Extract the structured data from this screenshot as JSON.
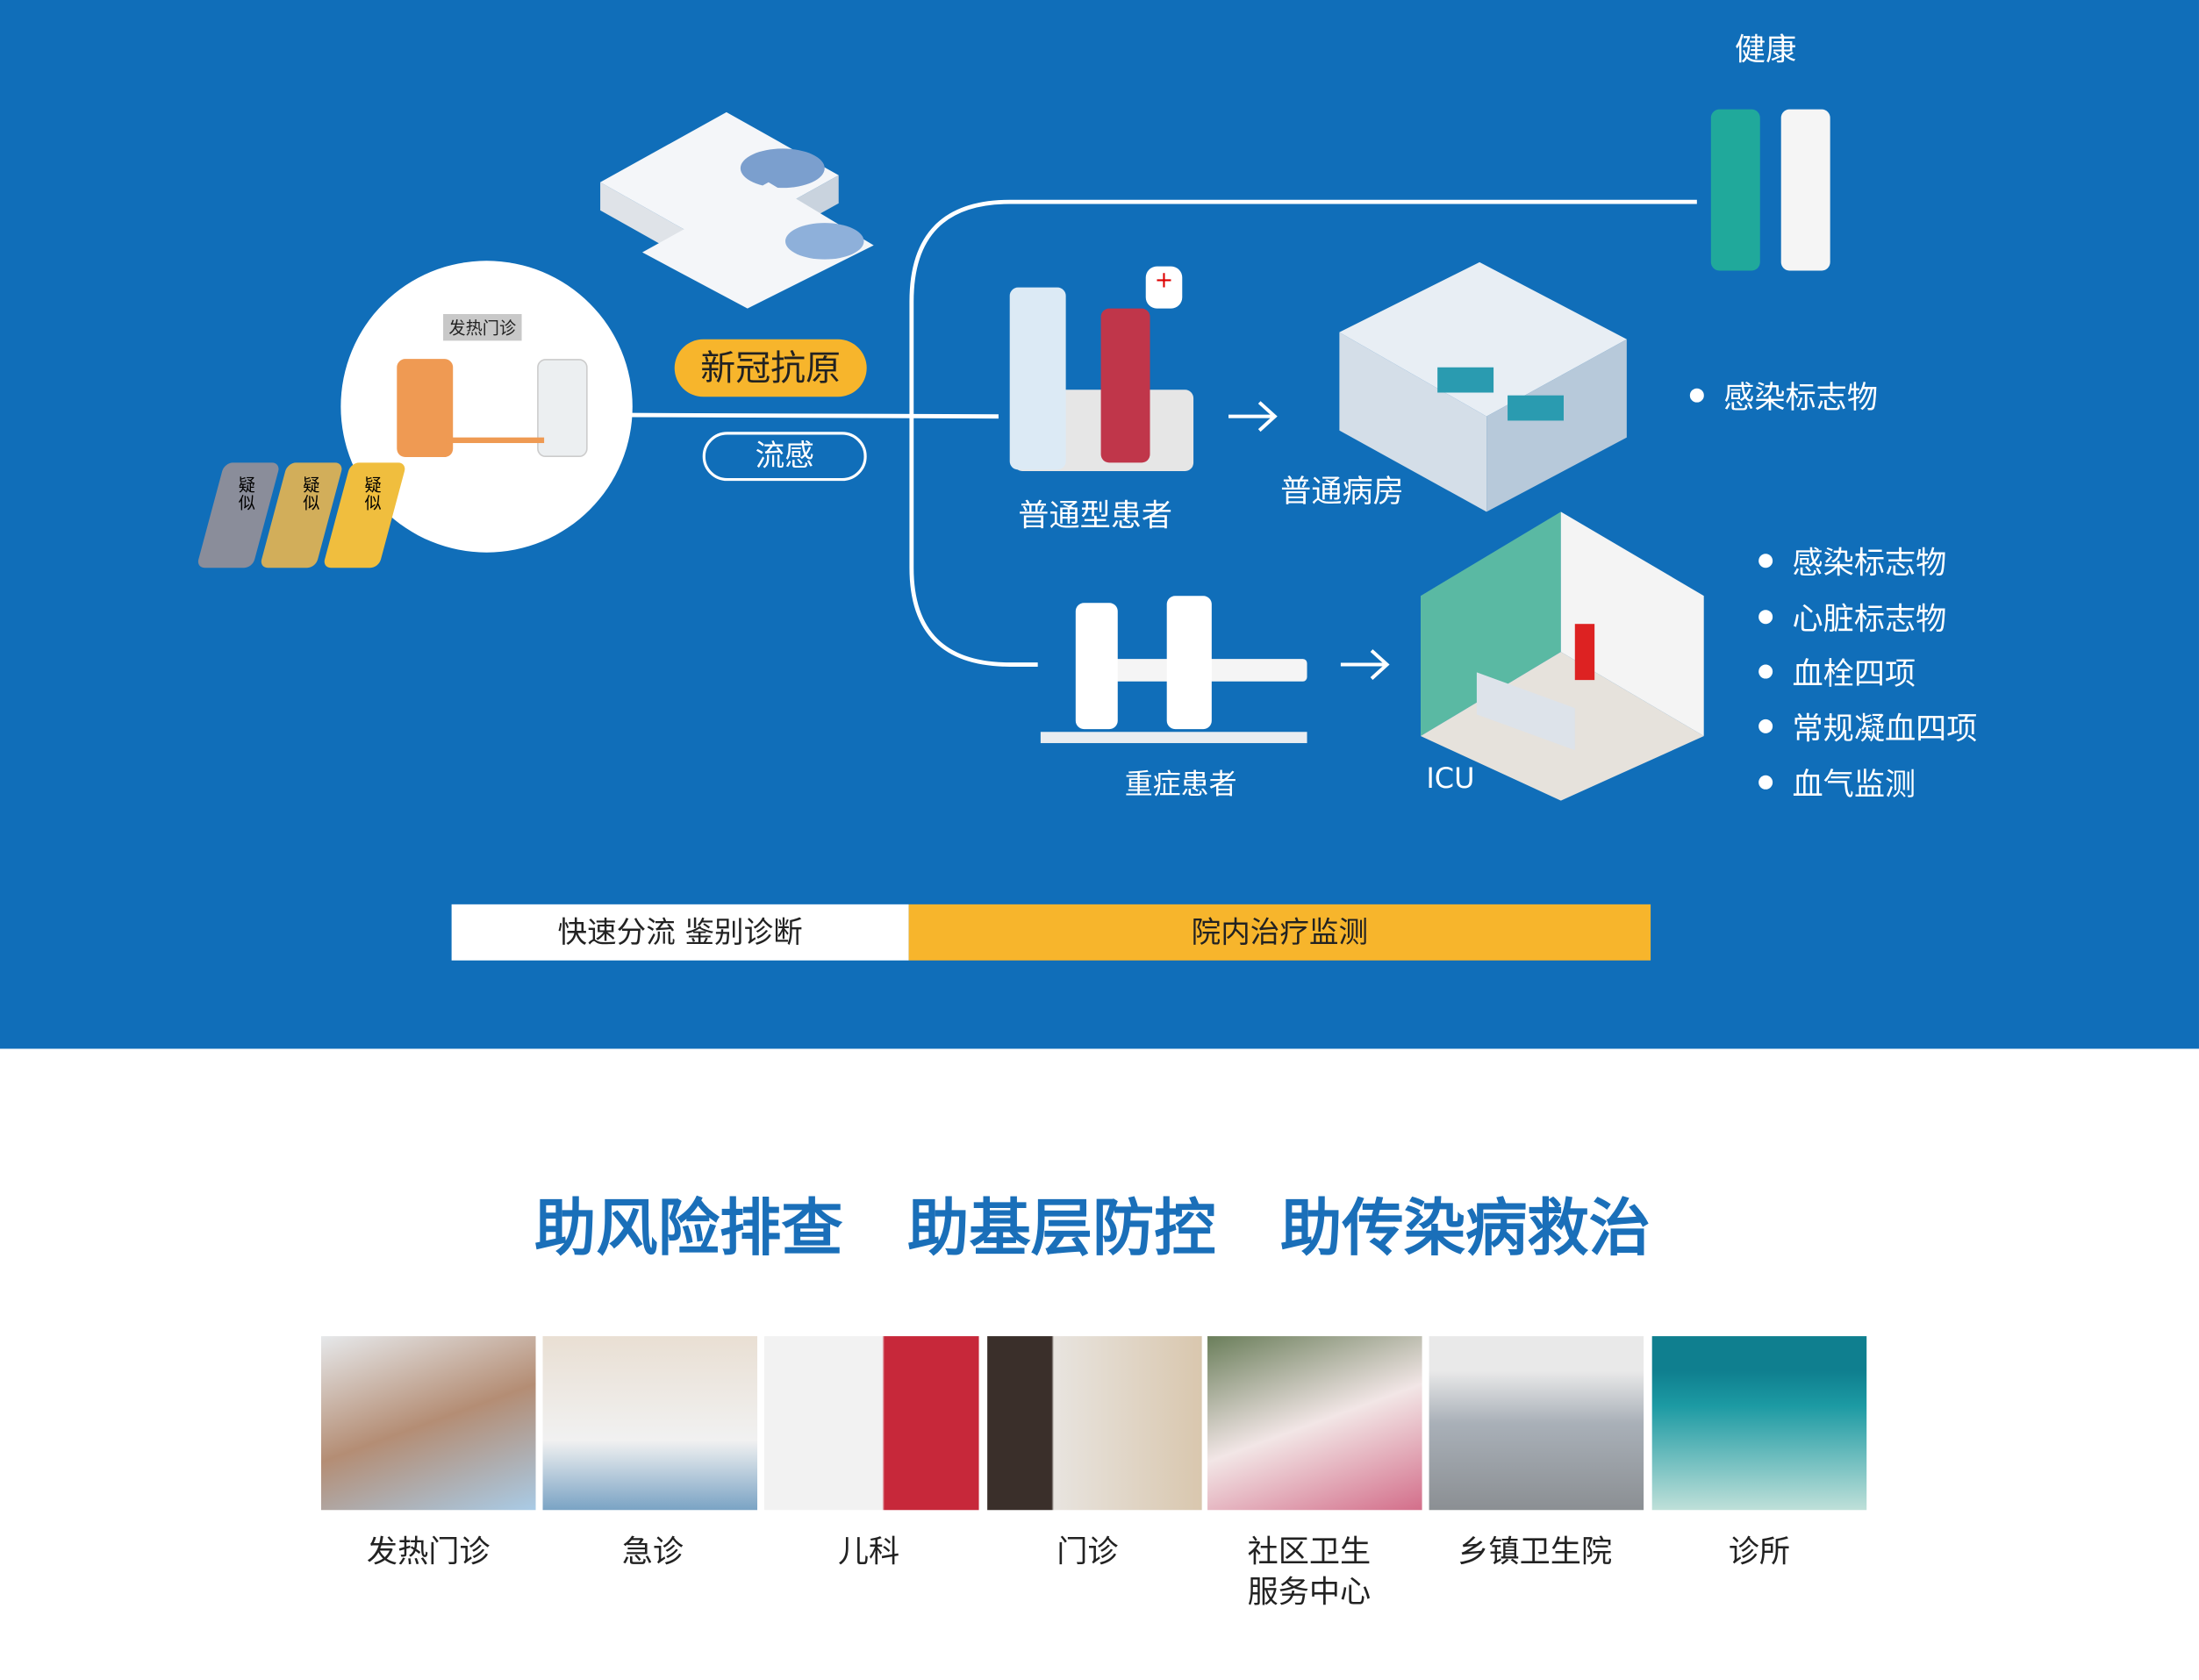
{
  "flow": {
    "clinic_sign": "发热门诊",
    "suspect_label": "疑似",
    "covid_antigen": "新冠抗原",
    "flu": "流感",
    "healthy": "健康",
    "normal_patient": "普通型患者",
    "normal_ward": "普通病房",
    "severe_patient": "重症患者",
    "icu": "ICU",
    "ward_markers": [
      "感染标志物"
    ],
    "icu_markers": [
      "感染标志物",
      "心脏标志物",
      "血栓四项",
      "常规凝血四项",
      "血气监测"
    ]
  },
  "stage_bar": {
    "left": "快速分流 鉴别诊断",
    "right": "院内治疗监测"
  },
  "slogan": "助风险排查   助基层防控   助传染病救治",
  "scenes": [
    {
      "label": "发热门诊"
    },
    {
      "label": "急诊"
    },
    {
      "label": "儿科"
    },
    {
      "label": "门诊"
    },
    {
      "label": "社区卫生\n服务中心"
    },
    {
      "label": "乡镇卫生院"
    },
    {
      "label": "诊所"
    }
  ],
  "colors": {
    "blue": "#106eb9",
    "yellow": "#f7b52c",
    "title_blue": "#1a6fb9"
  }
}
